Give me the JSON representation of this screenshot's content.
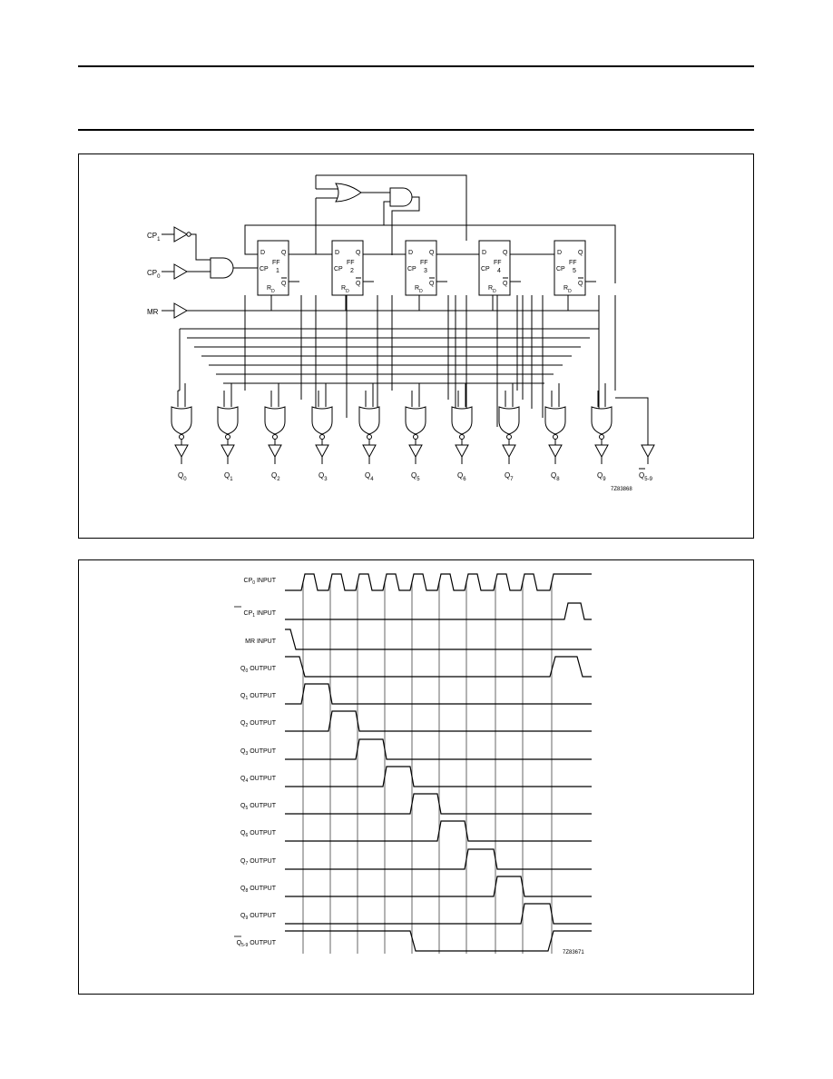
{
  "logic_diagram": {
    "flipflops": [
      {
        "d": "D",
        "q": "Q",
        "qbar": "Q",
        "cp": "CP",
        "rd": "R",
        "rd_sub": "D",
        "ff": "FF",
        "num": "1"
      },
      {
        "d": "D",
        "q": "Q",
        "qbar": "Q",
        "cp": "CP",
        "rd": "R",
        "rd_sub": "D",
        "ff": "FF",
        "num": "2"
      },
      {
        "d": "D",
        "q": "Q",
        "qbar": "Q",
        "cp": "CP",
        "rd": "R",
        "rd_sub": "D",
        "ff": "FF",
        "num": "3"
      },
      {
        "d": "D",
        "q": "Q",
        "qbar": "Q",
        "cp": "CP",
        "rd": "R",
        "rd_sub": "D",
        "ff": "FF",
        "num": "4"
      },
      {
        "d": "D",
        "q": "Q",
        "qbar": "Q",
        "cp": "CP",
        "rd": "R",
        "rd_sub": "D",
        "ff": "FF",
        "num": "5"
      }
    ],
    "inputs": [
      {
        "label": "CP",
        "sub": "1"
      },
      {
        "label": "CP",
        "sub": "0"
      },
      {
        "label": "MR",
        "sub": ""
      }
    ],
    "outputs": [
      {
        "label": "Q",
        "sub": "0"
      },
      {
        "label": "Q",
        "sub": "1"
      },
      {
        "label": "Q",
        "sub": "2"
      },
      {
        "label": "Q",
        "sub": "3"
      },
      {
        "label": "Q",
        "sub": "4"
      },
      {
        "label": "Q",
        "sub": "5"
      },
      {
        "label": "Q",
        "sub": "6"
      },
      {
        "label": "Q",
        "sub": "7"
      },
      {
        "label": "Q",
        "sub": "8"
      },
      {
        "label": "Q",
        "sub": "9"
      },
      {
        "label": "Q",
        "sub": "5-9"
      }
    ],
    "code": "7Z83868"
  },
  "timing_diagram": {
    "signals": [
      {
        "name": "CP",
        "sub": "0",
        "suffix": "INPUT",
        "overbar": false
      },
      {
        "name": "CP",
        "sub": "1",
        "suffix": "INPUT",
        "overbar": true
      },
      {
        "name": "MR",
        "sub": "",
        "suffix": "INPUT",
        "overbar": false
      },
      {
        "name": "Q",
        "sub": "0",
        "suffix": "OUTPUT",
        "overbar": false
      },
      {
        "name": "Q",
        "sub": "1",
        "suffix": "OUTPUT",
        "overbar": false
      },
      {
        "name": "Q",
        "sub": "2",
        "suffix": "OUTPUT",
        "overbar": false
      },
      {
        "name": "Q",
        "sub": "3",
        "suffix": "OUTPUT",
        "overbar": false
      },
      {
        "name": "Q",
        "sub": "4",
        "suffix": "OUTPUT",
        "overbar": false
      },
      {
        "name": "Q",
        "sub": "5",
        "suffix": "OUTPUT",
        "overbar": false
      },
      {
        "name": "Q",
        "sub": "6",
        "suffix": "OUTPUT",
        "overbar": false
      },
      {
        "name": "Q",
        "sub": "7",
        "suffix": "OUTPUT",
        "overbar": false
      },
      {
        "name": "Q",
        "sub": "8",
        "suffix": "OUTPUT",
        "overbar": false
      },
      {
        "name": "Q",
        "sub": "9",
        "suffix": "OUTPUT",
        "overbar": false
      },
      {
        "name": "Q",
        "sub": "5-9",
        "suffix": "OUTPUT",
        "overbar": true
      }
    ],
    "code": "7Z83671"
  }
}
